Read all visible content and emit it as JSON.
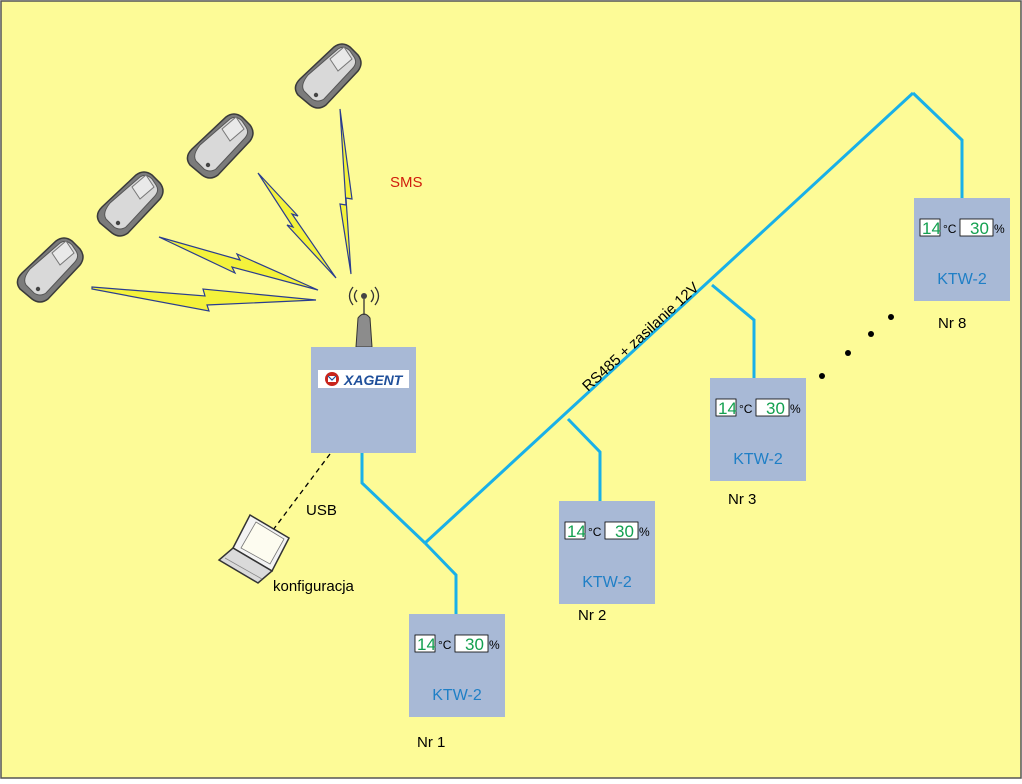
{
  "colors": {
    "background": "#fdfb97",
    "bus": "#19b0e8",
    "device": "#a8b9d6",
    "device_name": "#1f7fc6",
    "reading": "#13a050",
    "sms_label": "#d01c0c",
    "lightning": "#f4f23c"
  },
  "labels": {
    "sms": "SMS",
    "usb": "USB",
    "config": "konfiguracja",
    "bus": "RS485 + zasilanie 12V"
  },
  "gateway": {
    "brand": "XAGENT"
  },
  "sensors": [
    {
      "id": "nr1",
      "name": "KTW-2",
      "caption": "Nr 1",
      "temp": "14",
      "temp_unit": "°C",
      "hum": "30",
      "hum_unit": "%"
    },
    {
      "id": "nr2",
      "name": "KTW-2",
      "caption": "Nr 2",
      "temp": "14",
      "temp_unit": "°C",
      "hum": "30",
      "hum_unit": "%"
    },
    {
      "id": "nr3",
      "name": "KTW-2",
      "caption": "Nr 3",
      "temp": "14",
      "temp_unit": "°C",
      "hum": "30",
      "hum_unit": "%"
    },
    {
      "id": "nr8",
      "name": "KTW-2",
      "caption": "Nr 8",
      "temp": "14",
      "temp_unit": "°C",
      "hum": "30",
      "hum_unit": "%"
    }
  ],
  "icons": {
    "phone": "mobile-phone-icon",
    "laptop": "laptop-icon",
    "antenna": "antenna-icon",
    "brand_logo": "xagent-logo-icon"
  }
}
